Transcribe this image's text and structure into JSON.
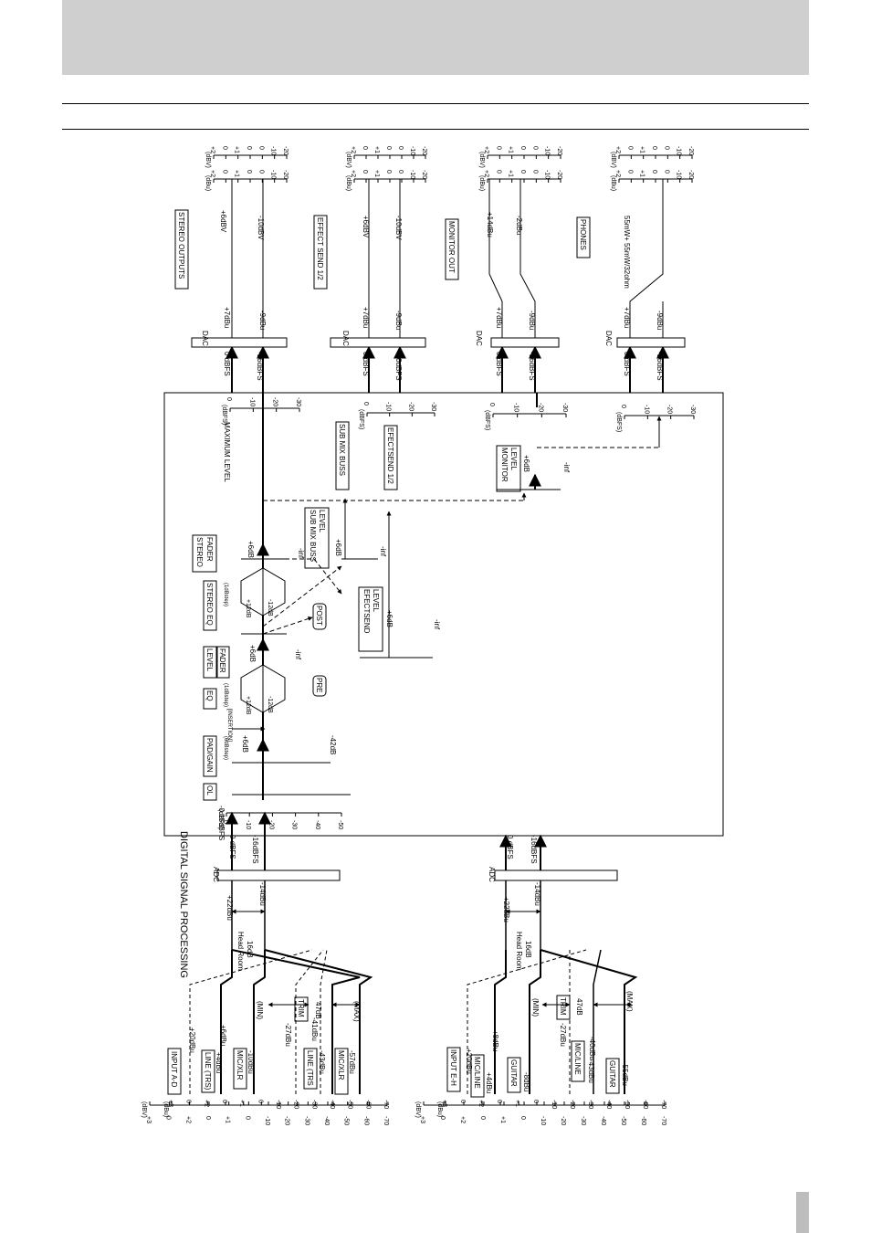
{
  "scale": {
    "dbv_header": "(dBV)",
    "dbu_header": "(dBu)",
    "dbfs_header": "(dBFS)",
    "input_dbv": [
      "+3",
      "0",
      "+2",
      "0",
      "+1",
      "0",
      "-10",
      "-20",
      "-30",
      "-40",
      "-50",
      "-60",
      "-70"
    ],
    "input_dbu": [
      "+3",
      "0",
      "+2",
      "0",
      "+1",
      "0",
      "-10",
      "-20",
      "-30",
      "-40",
      "-50",
      "-60",
      "-70"
    ],
    "out_dbu": [
      "+2",
      "0",
      "+1",
      "0",
      "0",
      "-10",
      "-20"
    ],
    "out_dbv": [
      "+2",
      "0",
      "+1",
      "0",
      "0",
      "-10",
      "-20"
    ],
    "dbfs_full": [
      "0",
      "-10",
      "-20",
      "-30",
      "-40",
      "-50"
    ],
    "dbfs_short": [
      "0",
      "-10",
      "-20",
      "-30"
    ]
  },
  "inputs_ad": {
    "box": "INPUT A-D",
    "line_trs_hi": "LINE (TRS)",
    "line_trs_hi_val": "+4dBu",
    "mic_xlr_hi": "MIC/XLR",
    "mic_xlr_hi_val": "-10dBu",
    "line_trs_lo": "LINE (TRS",
    "line_trs_lo_val": "-43dBu",
    "mic_xlr_lo": "MIC/XLR",
    "mic_xlr_lo_val": "-57dBu",
    "v_plus20": "+20dBu",
    "v_plus6": "+6dBu",
    "v_minus27": "-27dBu",
    "v_minus41": "-41dBu",
    "trim": "TRIM",
    "trim_val": "47dB",
    "min": "(MIN)",
    "max": "(MAX)",
    "headroom": "Head Room",
    "headroom_val": "16dB",
    "plus22": "+22dBu",
    "minus14": "-14dBu",
    "adc": "ADC",
    "zero_dbfs": "0 dBFS",
    "minus16dbfs": "-16dBFS"
  },
  "inputs_eh": {
    "box": "INPUT E-H",
    "mic_line_hi": "MIC/LINE",
    "mic_line_hi_val": "+4dBu",
    "guitar_hi": "GUITAR",
    "guitar_hi_val": "-8dBu",
    "mic_line_lo": "MIC/LINE",
    "mic_line_lo_val": "-43dBu",
    "guitar_lo": "GUITAR",
    "guitar_lo_val": "-55dBu",
    "v_plus20": "+20dBu",
    "v_plus8": "+8dBu",
    "v_minus27": "-27dBu",
    "v_minus40": "-40dBu",
    "trim": "TRIM",
    "trim_val": "47dB",
    "min": "(MIN)",
    "max": "(MAX)",
    "headroom": "Head Room",
    "headroom_val": "16dB",
    "plus22": "+22dBu",
    "minus14": "-14dBu",
    "adc": "ADC",
    "zero_dbfs": "0 dBFS",
    "minus16dbfs": "-16dBFS"
  },
  "dsp": {
    "title": "DIGITAL  SIGNAL PROCESSING",
    "ol": "OL",
    "ol_val": "-0.15dBFS",
    "pad_gain": "PAD/GAIN",
    "pad_gain_step": "(6dBstep)",
    "insertion": "[INSERTION]",
    "pad_plus6": "+6dB",
    "pad_minus42": "-42dB",
    "eq": "EQ",
    "eq_step": "(1dBstep)",
    "eq_plus12": "+12dB",
    "eq_minus12": "-12dB",
    "level": "LEVEL",
    "fader": "FADER",
    "fader_plus6": "+6dB",
    "fader_inf": "-inf",
    "pre": "PRE",
    "post": "POST",
    "stereo_eq": "STEREO EQ",
    "stereo_eq_step": "(1dBstep)",
    "seq_plus12": "+12dB",
    "seq_minus12": "-12dB",
    "stereo_fader_1": "STEREO",
    "stereo_fader_2": "FADER",
    "sf_plus6": "+6dB",
    "sf_inf": "-inf",
    "effect_send_level": [
      "EFECTSEND",
      "LEVEL"
    ],
    "esl_plus6": "+6dB",
    "esl_inf": "-inf",
    "sub_mix_level": [
      "SUB MIX BUSS",
      "LEVEL"
    ],
    "sml_plus6": "+6dB",
    "sml_inf": "-inf",
    "monitor_level": [
      "MONITOR",
      "LEVEL"
    ],
    "ml_plus6": "+6dB",
    "ml_inf": "-inf",
    "maximum_level": "MAXIMUM LEVEL",
    "sub_mix_buss": "SUB MIX BUSS",
    "effect_send": "EFECTSEND 1/2"
  },
  "outputs": {
    "dac": "DAC",
    "zero_dbfs": "0 dBFS",
    "minus16dbfs": "-16dBFS",
    "plus7": "+7dBu",
    "minus9": "-9dBu",
    "stereo_box": "STEREO  OUTPUTS",
    "stereo_hi": "+6dBV",
    "stereo_lo": "-10dBV",
    "effect_box": "EFFECT SEND 1/2",
    "effect_hi": "+6dBV",
    "effect_lo": "-10dBV",
    "monitor_box": "MONITOR OUT",
    "monitor_hi": "+14dBu",
    "monitor_lo": "-2dBu",
    "phones_box": "PHONES",
    "phones_val": "55mW+ 55mW/32ohm"
  }
}
